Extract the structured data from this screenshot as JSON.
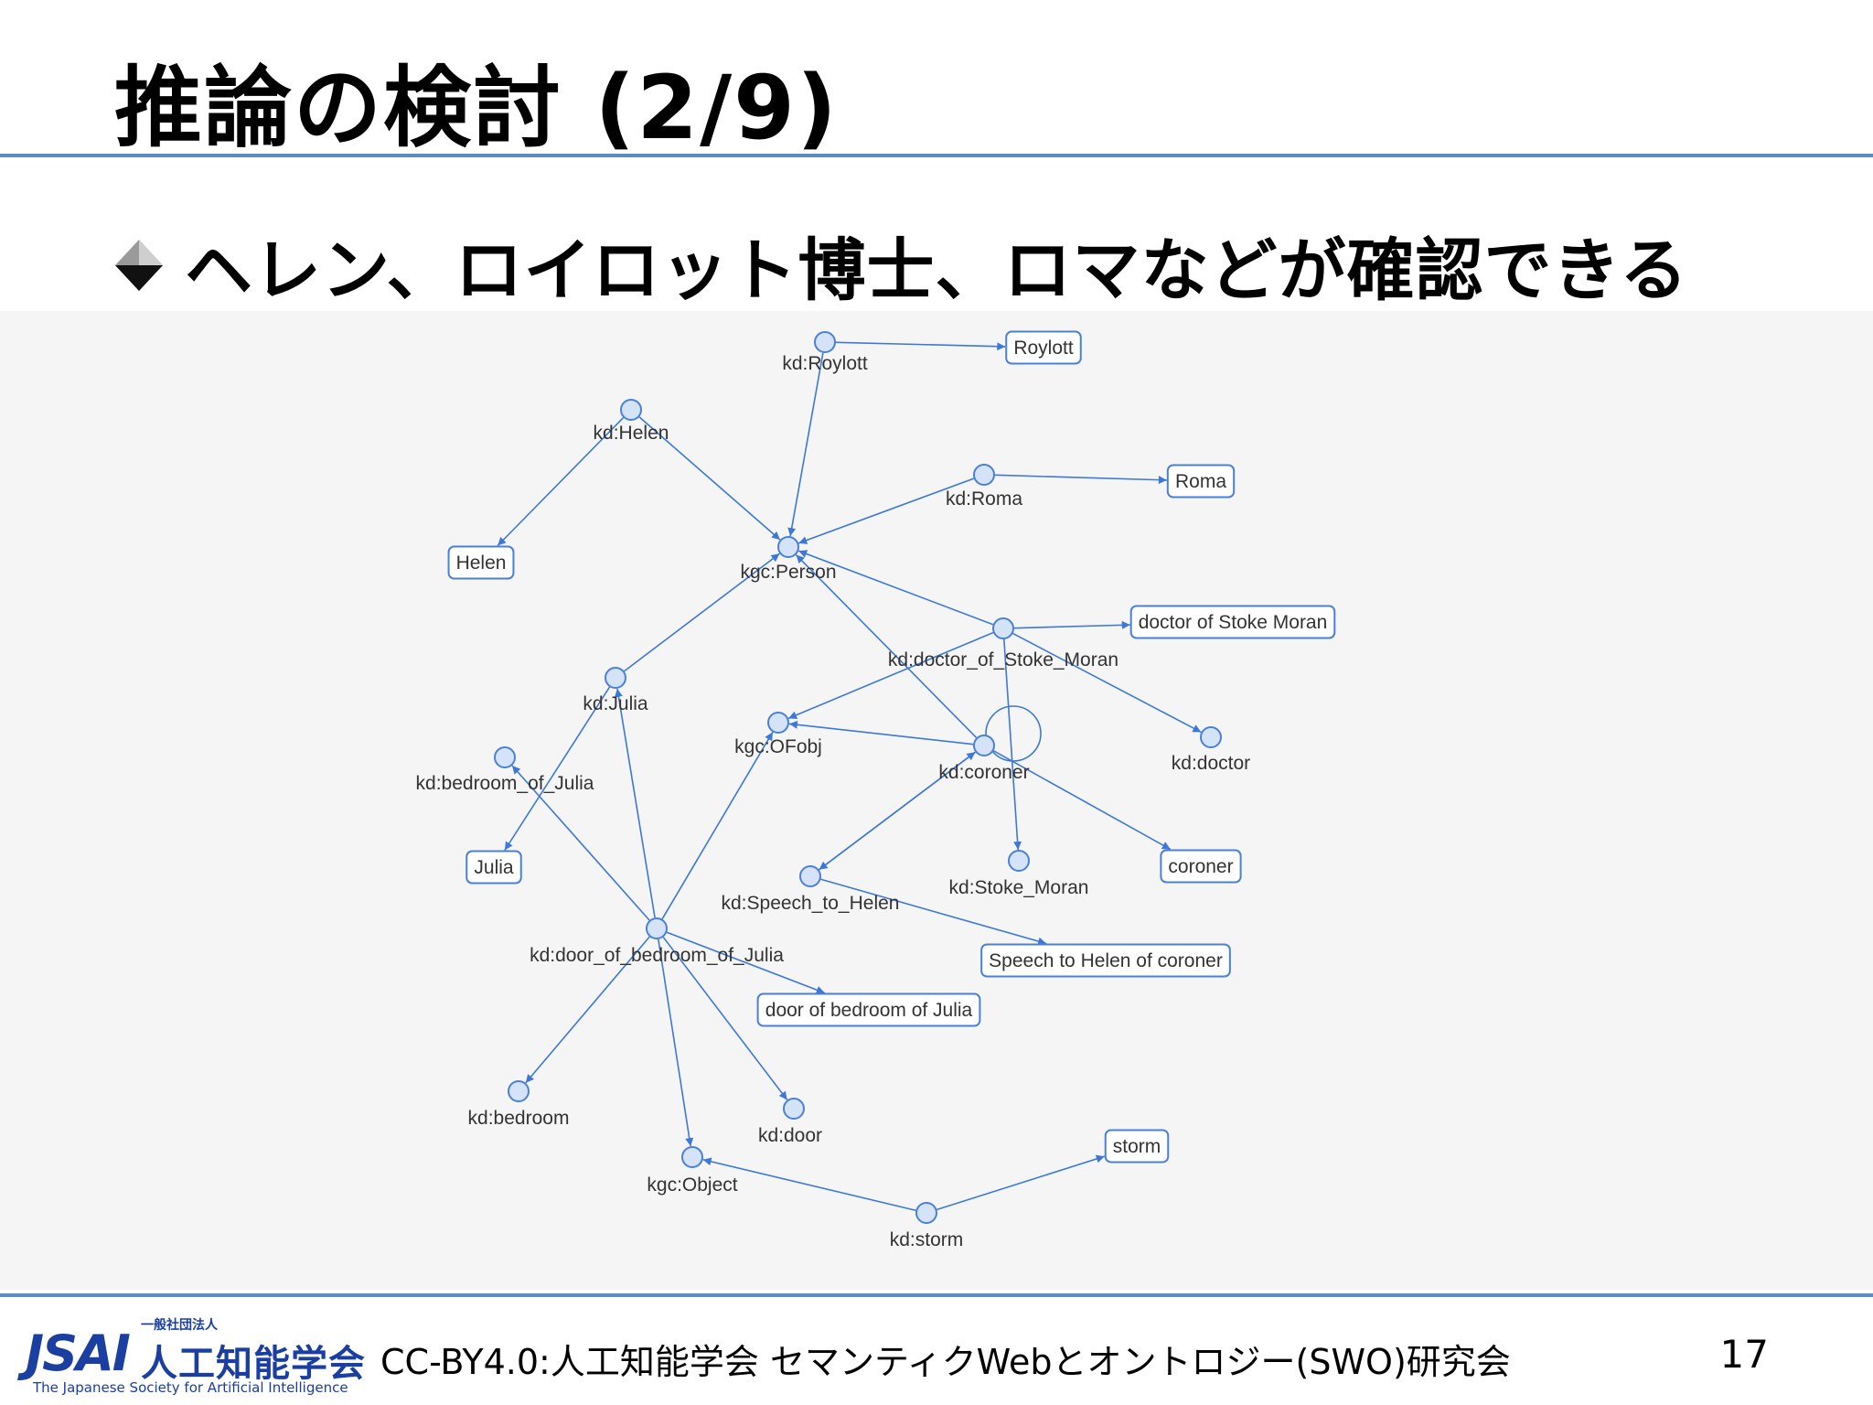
{
  "slide": {
    "title": "推論の検討 (2/9)",
    "bullet": "ヘレン、ロイロット博士、ロマなどが確認できる",
    "page_number": "17"
  },
  "footer": {
    "credit": "CC-BY4.0:人工知能学会 セマンティクWebとオントロジー(SWO)研究会",
    "logo": {
      "org_type": "一般社団法人",
      "mark": "JSAI",
      "name_jp": "人工知能学会",
      "name_en": "The Japanese Society for Artificial Intelligence"
    }
  },
  "colors": {
    "edge": "#3d78d8",
    "node_fill": "#d4e3f8",
    "node_stroke": "#4a80d6",
    "literal_border": "#4a80d6",
    "rule": "#5b8cc6"
  },
  "graph": {
    "nodes": [
      {
        "id": "roylott",
        "label": "kd:Roylott",
        "kind": "resource"
      },
      {
        "id": "helen",
        "label": "kd:Helen",
        "kind": "resource"
      },
      {
        "id": "roma",
        "label": "kd:Roma",
        "kind": "resource"
      },
      {
        "id": "person",
        "label": "kgc:Person",
        "kind": "resource"
      },
      {
        "id": "doctor_of_stoke_moran",
        "label": "kd:doctor_of_Stoke_Moran",
        "kind": "resource"
      },
      {
        "id": "julia",
        "label": "kd:Julia",
        "kind": "resource"
      },
      {
        "id": "ofobj",
        "label": "kgc:OFobj",
        "kind": "resource"
      },
      {
        "id": "coroner",
        "label": "kd:coroner",
        "kind": "resource"
      },
      {
        "id": "doctor",
        "label": "kd:doctor",
        "kind": "resource"
      },
      {
        "id": "bedroom_of_julia",
        "label": "kd:bedroom_of_Julia",
        "kind": "resource"
      },
      {
        "id": "speech_to_helen",
        "label": "kd:Speech_to_Helen",
        "kind": "resource"
      },
      {
        "id": "stoke_moran",
        "label": "kd:Stoke_Moran",
        "kind": "resource"
      },
      {
        "id": "door_of_bedroom_of_julia",
        "label": "kd:door_of_bedroom_of_Julia",
        "kind": "resource"
      },
      {
        "id": "bedroom",
        "label": "kd:bedroom",
        "kind": "resource"
      },
      {
        "id": "door",
        "label": "kd:door",
        "kind": "resource"
      },
      {
        "id": "object",
        "label": "kgc:Object",
        "kind": "resource"
      },
      {
        "id": "storm",
        "label": "kd:storm",
        "kind": "resource"
      },
      {
        "id": "lit_roylott",
        "label": "Roylott",
        "kind": "literal"
      },
      {
        "id": "lit_roma",
        "label": "Roma",
        "kind": "literal"
      },
      {
        "id": "lit_helen",
        "label": "Helen",
        "kind": "literal"
      },
      {
        "id": "lit_doctor_of_stoke_moran",
        "label": "doctor of Stoke Moran",
        "kind": "literal"
      },
      {
        "id": "lit_julia",
        "label": "Julia",
        "kind": "literal"
      },
      {
        "id": "lit_coroner",
        "label": "coroner",
        "kind": "literal"
      },
      {
        "id": "lit_speech_to_helen_of_coroner",
        "label": "Speech to Helen of coroner",
        "kind": "literal"
      },
      {
        "id": "lit_door_of_bedroom_of_julia",
        "label": "door of bedroom of Julia",
        "kind": "literal"
      },
      {
        "id": "lit_storm",
        "label": "storm",
        "kind": "literal"
      }
    ],
    "edges": [
      {
        "from": "roylott",
        "to": "lit_roylott"
      },
      {
        "from": "roylott",
        "to": "person"
      },
      {
        "from": "helen",
        "to": "lit_helen"
      },
      {
        "from": "helen",
        "to": "person"
      },
      {
        "from": "roma",
        "to": "lit_roma"
      },
      {
        "from": "roma",
        "to": "person"
      },
      {
        "from": "doctor_of_stoke_moran",
        "to": "person"
      },
      {
        "from": "doctor_of_stoke_moran",
        "to": "lit_doctor_of_stoke_moran"
      },
      {
        "from": "doctor_of_stoke_moran",
        "to": "doctor"
      },
      {
        "from": "doctor_of_stoke_moran",
        "to": "ofobj"
      },
      {
        "from": "doctor_of_stoke_moran",
        "to": "stoke_moran"
      },
      {
        "from": "julia",
        "to": "person"
      },
      {
        "from": "julia",
        "to": "lit_julia"
      },
      {
        "from": "coroner",
        "to": "person"
      },
      {
        "from": "coroner",
        "to": "ofobj"
      },
      {
        "from": "coroner",
        "to": "speech_to_helen"
      },
      {
        "from": "coroner",
        "to": "lit_coroner"
      },
      {
        "from": "coroner",
        "to": "coroner"
      },
      {
        "from": "speech_to_helen",
        "to": "coroner"
      },
      {
        "from": "speech_to_helen",
        "to": "lit_speech_to_helen_of_coroner"
      },
      {
        "from": "door_of_bedroom_of_julia",
        "to": "ofobj"
      },
      {
        "from": "door_of_bedroom_of_julia",
        "to": "julia"
      },
      {
        "from": "door_of_bedroom_of_julia",
        "to": "bedroom_of_julia"
      },
      {
        "from": "door_of_bedroom_of_julia",
        "to": "bedroom"
      },
      {
        "from": "door_of_bedroom_of_julia",
        "to": "door"
      },
      {
        "from": "door_of_bedroom_of_julia",
        "to": "object"
      },
      {
        "from": "door_of_bedroom_of_julia",
        "to": "lit_door_of_bedroom_of_julia"
      },
      {
        "from": "storm",
        "to": "object"
      },
      {
        "from": "storm",
        "to": "lit_storm"
      }
    ]
  }
}
